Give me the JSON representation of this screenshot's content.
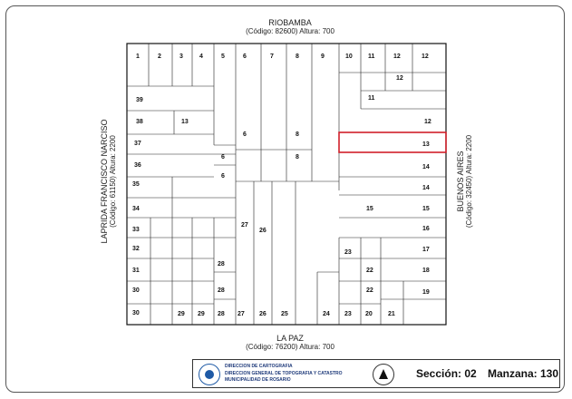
{
  "streets": {
    "top": {
      "name": "RIOBAMBA",
      "code": "(Código: 82600) Altura: 700"
    },
    "bottom": {
      "name": "LA PAZ",
      "code": "(Código: 76200) Altura: 700"
    },
    "left": {
      "name": "LAPRIDA FRANCISCO NARCISO",
      "code": "(Código: 61150) Altura: 2200"
    },
    "right": {
      "name": "BUENOS AIRES",
      "code": "(Código: 32450) Altura: 2200"
    }
  },
  "footer": {
    "dept_line1": "DIRECCION DE CARTOGRAFIA",
    "dept_line2": "DIRECCION GENERAL DE TOPOGRAFIA Y CATASTRO",
    "dept_line3": "MUNICIPALIDAD DE ROSARIO",
    "section": "Sección: 02",
    "manzana": "Manzana: 130"
  },
  "highlight_color": "#d0202a",
  "lots_top": [
    "1",
    "2",
    "3",
    "4",
    "5",
    "6",
    "7",
    "8",
    "9",
    "10",
    "11",
    "12"
  ],
  "lots_left": [
    "39",
    "38",
    "37",
    "36",
    "35",
    "34",
    "33",
    "32",
    "31",
    "30",
    "30"
  ],
  "lots_right": [
    "12",
    "12",
    "11",
    "12",
    "13",
    "14",
    "14",
    "15",
    "16",
    "17",
    "18",
    "19",
    "20",
    "21"
  ],
  "lots_bottom": [
    "29",
    "28",
    "27",
    "26",
    "25",
    "24",
    "23",
    "22"
  ],
  "lots_center": [
    "6",
    "6",
    "6",
    "8",
    "8",
    "27",
    "26",
    "23",
    "28",
    "28",
    "29",
    "22",
    "15",
    "13"
  ]
}
